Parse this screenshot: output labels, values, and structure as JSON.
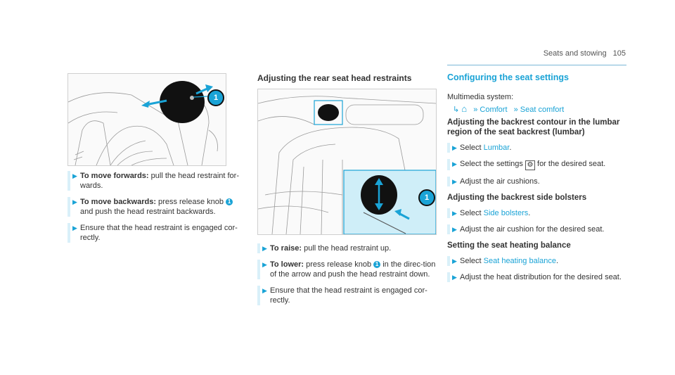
{
  "running_head": {
    "title": "Seats and stowing",
    "page": "105"
  },
  "left_column": {
    "callout": "1",
    "items": [
      {
        "lead": "To move forwards:",
        "text": " pull the head restraint for-wards."
      },
      {
        "lead": "To move backwards:",
        "text1": " press release knob ",
        "knob": "1",
        "text2": " and push the head restraint backwards."
      },
      {
        "lead": "",
        "text": "Ensure that the head restraint is engaged cor-rectly."
      }
    ]
  },
  "middle_column": {
    "heading": "Adjusting the rear seat head restraints",
    "callout": "1",
    "items": [
      {
        "lead": "To raise:",
        "text": " pull the head restraint up."
      },
      {
        "lead": "To lower:",
        "text1": " press release knob ",
        "knob": "1",
        "text2": " in the direc-tion of the arrow and push the head restraint down."
      },
      {
        "lead": "",
        "text": "Ensure that the head restraint is engaged cor-rectly."
      }
    ]
  },
  "right_column": {
    "heading": "Configuring the seat settings",
    "system_label": "Multimedia system:",
    "nav": {
      "home_icon": "home-icon",
      "comfort": "Comfort",
      "seat_comfort": "Seat comfort"
    },
    "lumbar": {
      "heading": "Adjusting the backrest contour in the lumbar region of the seat backrest (lumbar)",
      "items": [
        {
          "text1": "Select ",
          "link": "Lumbar",
          "text2": "."
        },
        {
          "text1": "Select the settings ",
          "icon": "settings-icon",
          "text2": " for the desired seat."
        },
        {
          "text1": "Adjust the air cushions."
        }
      ]
    },
    "bolsters": {
      "heading": "Adjusting the backrest side bolsters",
      "items": [
        {
          "text1": "Select ",
          "link": "Side bolsters",
          "text2": "."
        },
        {
          "text1": "Adjust the air cushion for the desired seat."
        }
      ]
    },
    "heating": {
      "heading": "Setting the seat heating balance",
      "items": [
        {
          "text1": "Select ",
          "link": "Seat heating balance",
          "text2": "."
        },
        {
          "text1": "Adjust the heat distribution for the desired seat."
        }
      ]
    }
  },
  "colors": {
    "accent": "#1aa3d6",
    "bar": "#d9f0f9"
  }
}
